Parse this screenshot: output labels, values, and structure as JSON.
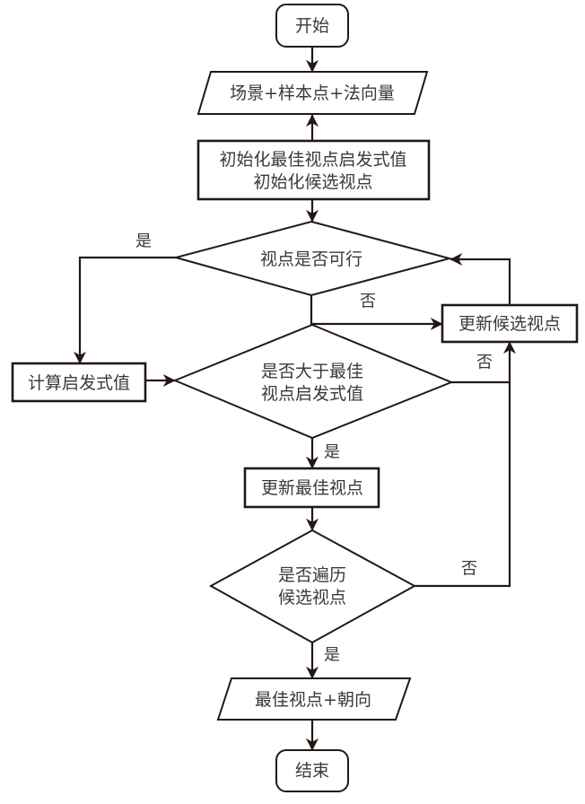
{
  "title": "最佳视点选择流程图",
  "colors": {
    "stroke": "#231815",
    "text": "#3a3a3a",
    "background": "#ffffff"
  },
  "nodes": {
    "start": {
      "type": "terminator",
      "label": "开始"
    },
    "input": {
      "type": "io",
      "label": "场景+样本点+法向量"
    },
    "init": {
      "type": "process",
      "lines": [
        "初始化最佳视点启发式值",
        "初始化候选视点"
      ]
    },
    "feasible": {
      "type": "decision",
      "lines": [
        "视点是否可行"
      ]
    },
    "calc": {
      "type": "process",
      "lines": [
        "计算启发式值"
      ]
    },
    "compare": {
      "type": "decision",
      "lines": [
        "是否大于最佳",
        "视点启发式值"
      ]
    },
    "update_candidate": {
      "type": "process",
      "lines": [
        "更新候选视点"
      ]
    },
    "update_best": {
      "type": "process",
      "lines": [
        "更新最佳视点"
      ]
    },
    "traversed": {
      "type": "decision",
      "lines": [
        "是否遍历",
        "候选视点"
      ]
    },
    "output": {
      "type": "io",
      "label": "最佳视点+朝向"
    },
    "end": {
      "type": "terminator",
      "label": "结束"
    }
  },
  "edges": [
    {
      "from": "start",
      "to": "input",
      "label": ""
    },
    {
      "from": "init",
      "to": "input",
      "label": ""
    },
    {
      "from": "init",
      "to": "feasible",
      "label": ""
    },
    {
      "from": "feasible",
      "to": "calc",
      "label": "是"
    },
    {
      "from": "feasible",
      "to": "update_candidate",
      "label": "否"
    },
    {
      "from": "calc",
      "to": "compare",
      "label": ""
    },
    {
      "from": "compare",
      "to": "update_best",
      "label": "是"
    },
    {
      "from": "compare",
      "to": "update_candidate",
      "label": "否"
    },
    {
      "from": "update_candidate",
      "to": "feasible",
      "label": ""
    },
    {
      "from": "update_best",
      "to": "traversed",
      "label": ""
    },
    {
      "from": "traversed",
      "to": "output",
      "label": "是"
    },
    {
      "from": "traversed",
      "to": "update_candidate",
      "label": "否"
    },
    {
      "from": "output",
      "to": "end",
      "label": ""
    }
  ],
  "edge_labels": {
    "feasible_yes": "是",
    "feasible_no": "否",
    "compare_no": "否",
    "compare_yes": "是",
    "traversed_no": "否",
    "traversed_yes": "是"
  }
}
